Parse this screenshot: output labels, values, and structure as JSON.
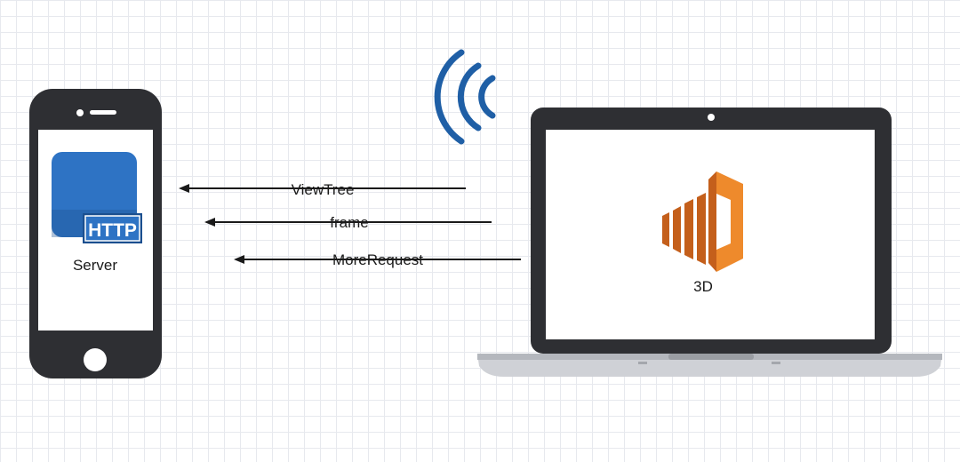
{
  "phone": {
    "icon_badge_text": "HTTP",
    "label": "Server"
  },
  "laptop": {
    "label": "3D"
  },
  "arrows": [
    {
      "label": "ViewTree"
    },
    {
      "label": "frame"
    },
    {
      "label": "MoreRequest"
    }
  ],
  "colors": {
    "device_body": "#2e2f33",
    "screen": "#ffffff",
    "http_icon_blue": "#2e73c4",
    "wireless_blue": "#1f5fa6",
    "aws_orange_dark": "#c45f1b",
    "aws_orange_light": "#ee8a2c",
    "arrow": "#1a1a1a",
    "grid": "#e7e9ee"
  },
  "icons": [
    "phone-icon",
    "http-icon",
    "wireless-signal-icon",
    "laptop-icon",
    "aws-beanstalk-icon"
  ]
}
